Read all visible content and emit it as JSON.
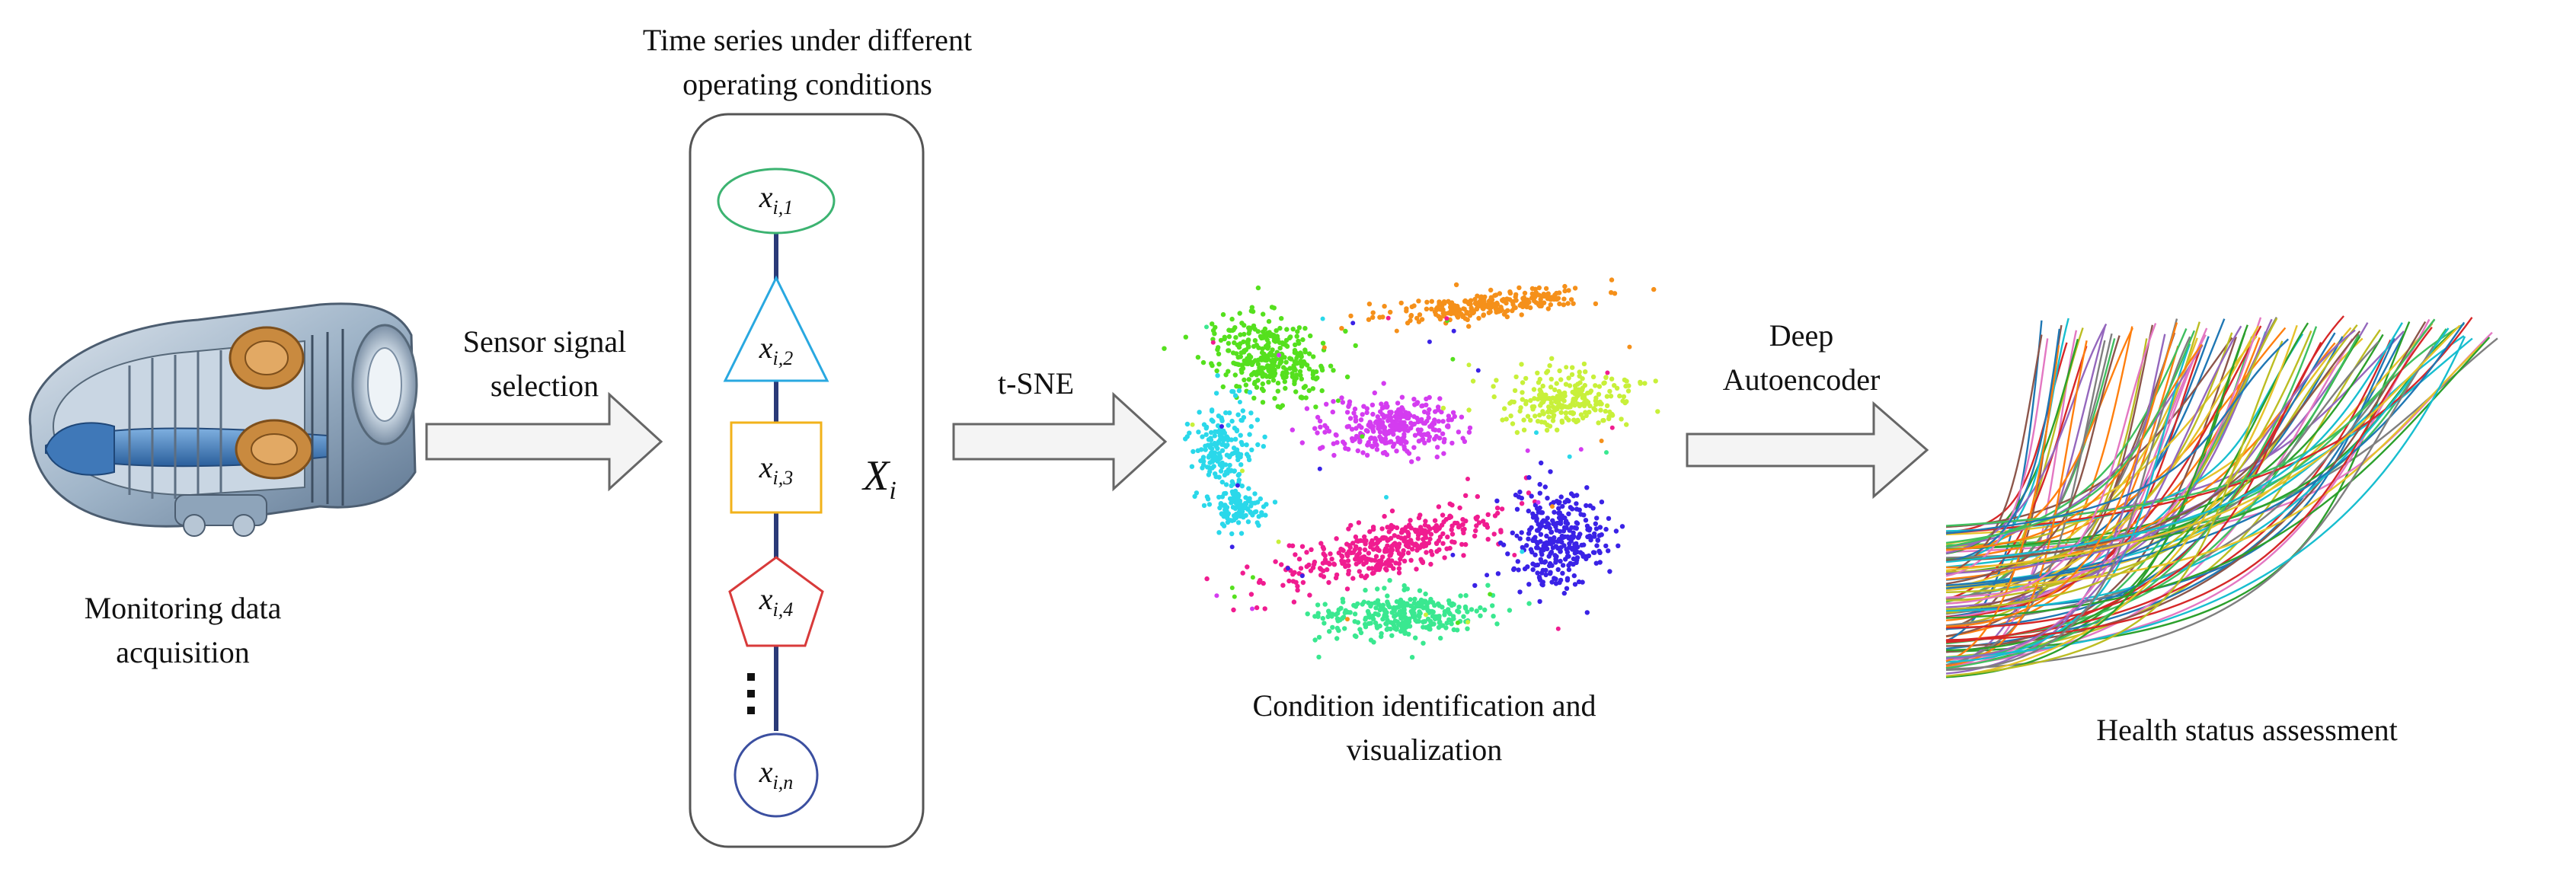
{
  "stages": {
    "acquisition": {
      "label_line1": "Monitoring data",
      "label_line2": "acquisition"
    },
    "step1": {
      "label_line1": "Sensor signal",
      "label_line2": "selection"
    },
    "time_series": {
      "title_line1": "Time series under different",
      "title_line2": "operating conditions",
      "set_label": "X",
      "set_sub": "i",
      "nodes": [
        {
          "base": "x",
          "sub": "i,1",
          "shape": "ellipse",
          "color": "#3cb371"
        },
        {
          "base": "x",
          "sub": "i,2",
          "shape": "triangle",
          "color": "#29a8e0"
        },
        {
          "base": "x",
          "sub": "i,3",
          "shape": "square",
          "color": "#f2b21a"
        },
        {
          "base": "x",
          "sub": "i,4",
          "shape": "pentagon",
          "color": "#d83a3a"
        },
        {
          "base": "x",
          "sub": "i,n",
          "shape": "circle",
          "color": "#3b4fa0"
        }
      ]
    },
    "step2": {
      "label": "t-SNE"
    },
    "condition": {
      "label_line1": "Condition identification and",
      "label_line2": "visualization"
    },
    "step3": {
      "label_line1": "Deep",
      "label_line2": "Autoencoder"
    },
    "health": {
      "label": "Health status assessment"
    }
  },
  "colors": {
    "cluster_colors": [
      "#55e01e",
      "#f5901a",
      "#d43cf0",
      "#c8f03a",
      "#2ad8ea",
      "#f01c90",
      "#3a22e6",
      "#3ae890"
    ],
    "connector": "#2a3a78",
    "arrow_stroke": "#666666",
    "arrow_fill": "#f4f4f4"
  },
  "icons": {
    "engine": "jet-engine-cutaway-icon",
    "more": "vertical-ellipsis-icon"
  }
}
